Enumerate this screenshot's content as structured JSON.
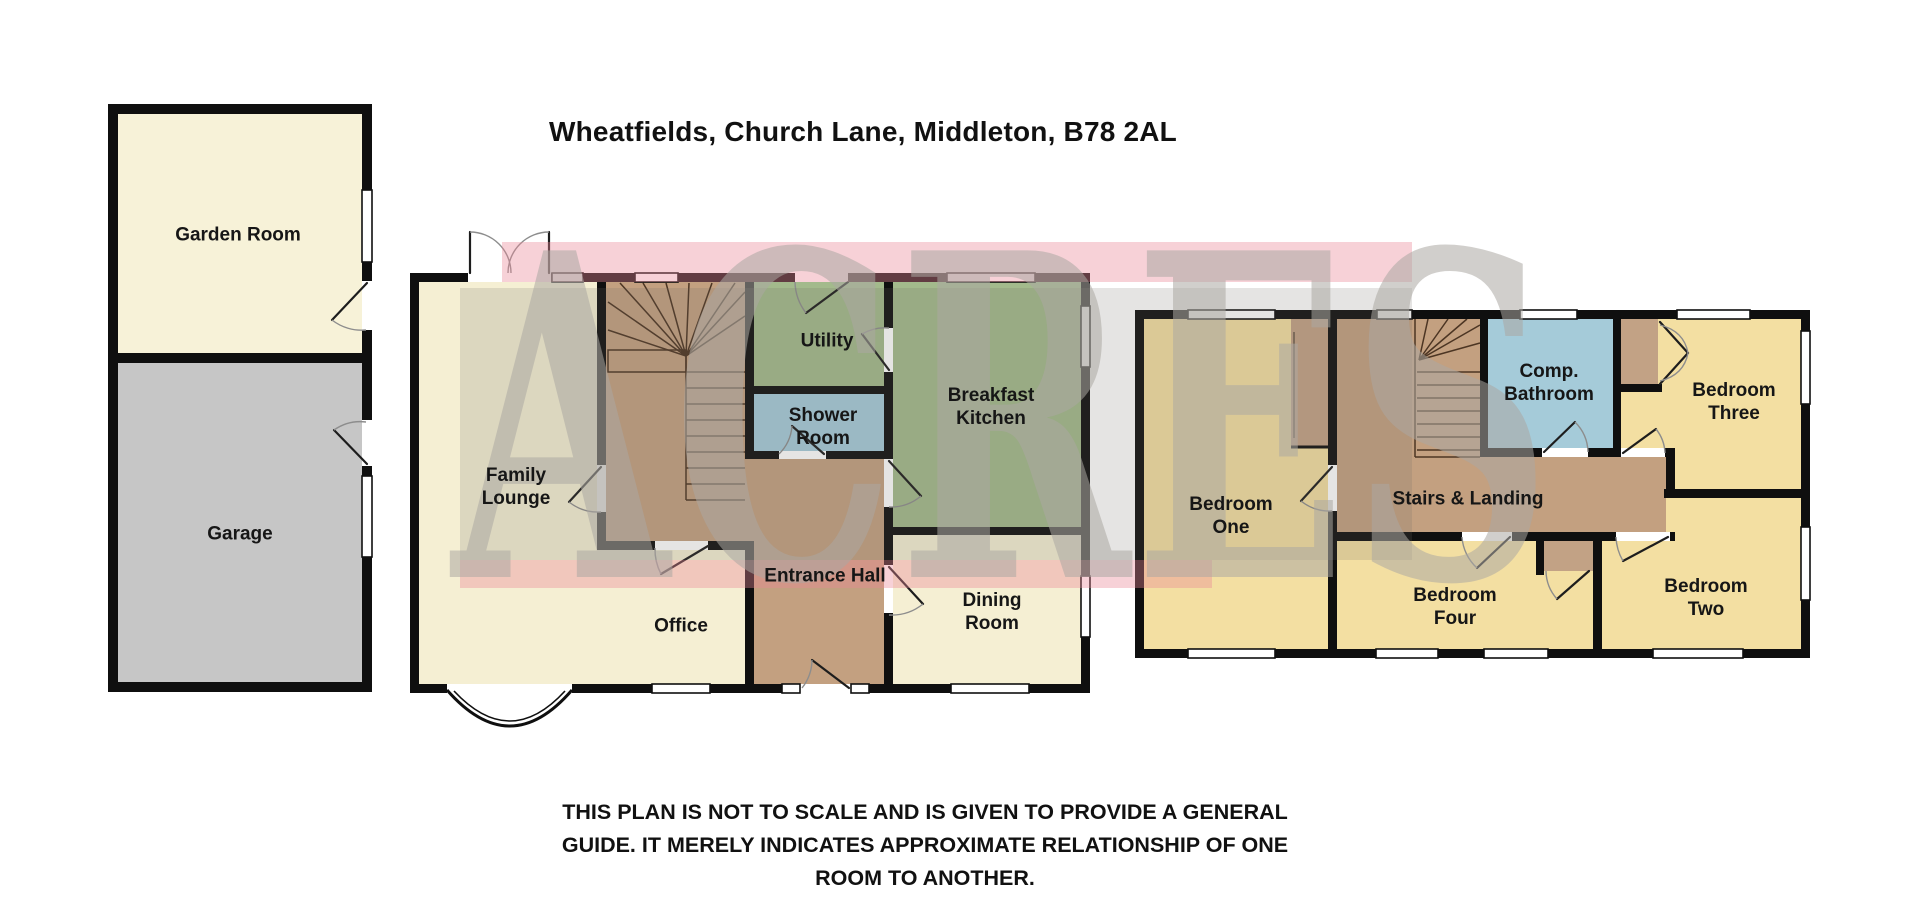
{
  "title": "Wheatfields, Church Lane, Middleton, B78 2AL",
  "watermark": {
    "text": "ACRES"
  },
  "disclaimer": "THIS PLAN IS NOT TO SCALE AND IS GIVEN TO PROVIDE A GENERAL GUIDE. IT MERELY INDICATES APPROXIMATE RELATIONSHIP OF ONE ROOM TO ANOTHER.",
  "labels": {
    "garden_room": "Garden Room",
    "garage": "Garage",
    "family_lounge": "Family Lounge",
    "utility": "Utility",
    "shower_room": "Shower Room",
    "breakfast_kitchen": "Breakfast Kitchen",
    "entrance_hall": "Entrance Hall",
    "office": "Office",
    "dining_room": "Dining Room",
    "bedroom_one": "Bedroom One",
    "stairs_landing": "Stairs & Landing",
    "comp_bathroom": "Comp. Bathroom",
    "bedroom_three": "Bedroom Three",
    "bedroom_four": "Bedroom Four",
    "bedroom_two": "Bedroom Two"
  },
  "floors": {
    "outbuilding_rooms": [
      "Garden Room",
      "Garage"
    ],
    "ground_floor_rooms": [
      "Family Lounge",
      "Utility",
      "Shower Room",
      "Breakfast Kitchen",
      "Entrance Hall",
      "Office",
      "Dining Room"
    ],
    "first_floor_rooms": [
      "Bedroom One",
      "Stairs & Landing",
      "Comp. Bathroom",
      "Bedroom Three",
      "Bedroom Four",
      "Bedroom Two"
    ]
  },
  "colors": {
    "cream": "#f5efd3",
    "garden_cream": "#f7f2d8",
    "garage_gray": "#c6c6c6",
    "green": "#a3ba8c",
    "blue": "#a5cbd9",
    "brown": "#c3a080",
    "closet_brown": "#c2a285",
    "yellow": "#f3dfa2",
    "wall": "#0f0f0f",
    "watermark_pink": "rgba(233,133,150,0.38)",
    "watermark_gray": "rgba(110,106,102,0.18)",
    "watermark_letter": "rgba(172,167,162,0.55)"
  }
}
